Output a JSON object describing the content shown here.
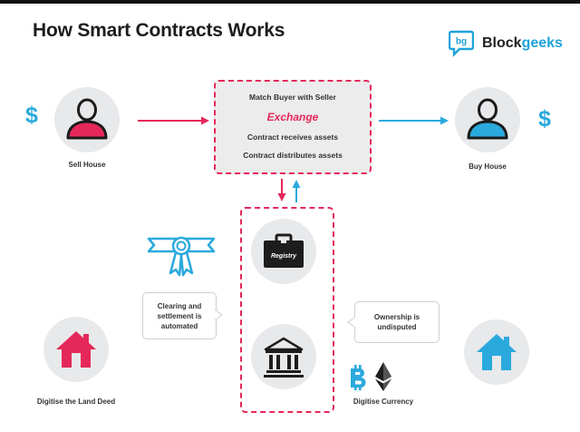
{
  "title": "How Smart Contracts Works",
  "brand": {
    "name_prefix": "Block",
    "name_suffix": "geeks",
    "logo_text": "bg"
  },
  "seller": {
    "label": "Sell House",
    "currency_symbol": "$"
  },
  "buyer": {
    "label": "Buy House",
    "currency_symbol": "$"
  },
  "exchange": {
    "line1": "Match Buyer with Seller",
    "title": "Exchange",
    "line2": "Contract receives assets",
    "line3": "Contract distributes assets"
  },
  "registry": {
    "label": "Registry"
  },
  "clearing_note": "Clearing and\nsettlement is\nautomated",
  "ownership_note": "Ownership is\nundisputed",
  "land_deed": {
    "label": "Digitise the Land Deed"
  },
  "currency": {
    "label": "Digitise Currency"
  },
  "colors": {
    "accent_pink": "#e5285a",
    "accent_blue": "#2aa9dd",
    "circle_bg": "#e8e9eb",
    "dark": "#1d1d1d"
  },
  "icons": [
    "person-icon",
    "dollar-icon",
    "briefcase-icon",
    "bank-icon",
    "house-icon",
    "certificate-icon",
    "bitcoin-icon",
    "ethereum-icon",
    "speech-bubble-logo-icon"
  ]
}
